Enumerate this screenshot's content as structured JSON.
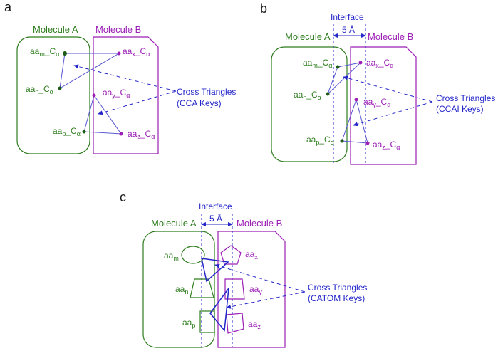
{
  "panels": {
    "a": {
      "letter": "a",
      "molecule_a": "Molecule A",
      "molecule_b": "Molecule B",
      "residues_a": [
        {
          "base": "aa",
          "sub": "m",
          "suffix": "_C",
          "alpha": "α"
        },
        {
          "base": "aa",
          "sub": "n",
          "suffix": "_C",
          "alpha": "α"
        },
        {
          "base": "aa",
          "sub": "p",
          "suffix": "_C",
          "alpha": "α"
        }
      ],
      "residues_b": [
        {
          "base": "aa",
          "sub": "x",
          "suffix": "_C",
          "alpha": "α"
        },
        {
          "base": "aa",
          "sub": "y",
          "suffix": "_C",
          "alpha": "α"
        },
        {
          "base": "aa",
          "sub": "z",
          "suffix": "_C",
          "alpha": "α"
        }
      ],
      "triangles_label": [
        "Cross Triangles",
        "(CCA Keys)"
      ]
    },
    "b": {
      "letter": "b",
      "interface": "Interface",
      "distance": "5 Å",
      "molecule_a": "Molecule A",
      "molecule_b": "Molecule B",
      "residues_a": [
        {
          "base": "aa",
          "sub": "m",
          "suffix": "_C",
          "alpha": "α"
        },
        {
          "base": "aa",
          "sub": "n",
          "suffix": "_C",
          "alpha": "α"
        },
        {
          "base": "aa",
          "sub": "p",
          "suffix": "_C",
          "alpha": "α"
        }
      ],
      "residues_b": [
        {
          "base": "aa",
          "sub": "x",
          "suffix": "_C",
          "alpha": "α"
        },
        {
          "base": "aa",
          "sub": "y",
          "suffix": "_C",
          "alpha": "α"
        },
        {
          "base": "aa",
          "sub": "z",
          "suffix": "_C",
          "alpha": "α"
        }
      ],
      "triangles_label": [
        "Cross Triangles",
        "(CCAI Keys)"
      ]
    },
    "c": {
      "letter": "c",
      "interface": "Interface",
      "distance": "5 Å",
      "molecule_a": "Molecule A",
      "molecule_b": "Molecule B",
      "residues_a": [
        {
          "base": "aa",
          "sub": "m"
        },
        {
          "base": "aa",
          "sub": "n"
        },
        {
          "base": "aa",
          "sub": "p"
        }
      ],
      "residues_b": [
        {
          "base": "aa",
          "sub": "x"
        },
        {
          "base": "aa",
          "sub": "y"
        },
        {
          "base": "aa",
          "sub": "z"
        }
      ],
      "triangles_label": [
        "Cross Triangles",
        "(CATOM Keys)"
      ]
    }
  },
  "colors": {
    "green": "#2e7d1e",
    "purple": "#9b1fb5",
    "blue": "#2426c8",
    "black": "#1a1a1a"
  }
}
